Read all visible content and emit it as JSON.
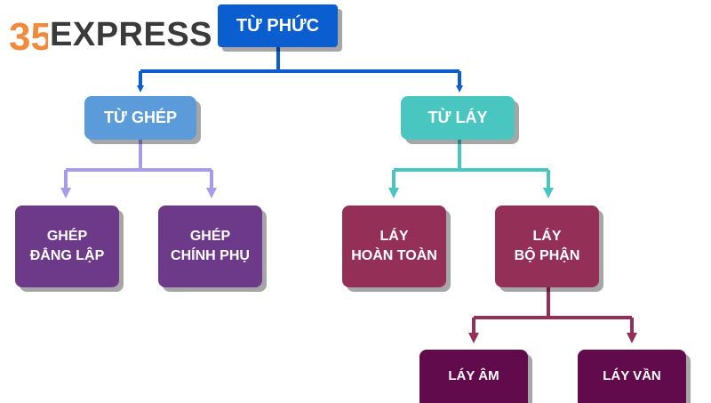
{
  "logo": {
    "mark": "35",
    "text": "EXPRESS",
    "mark_color": "#f08a3c",
    "text_color": "#3a3a3a"
  },
  "tree": {
    "root": {
      "label": "TỪ PHỨC",
      "color": "#0b5ecf"
    },
    "left": {
      "label": "TỪ GHÉP",
      "color": "#5b9bd9",
      "connector_color": "#a89bea",
      "children": [
        {
          "line1": "GHÉP",
          "line2": "ĐẲNG LẬP",
          "color": "#6d3a8a"
        },
        {
          "line1": "GHÉP",
          "line2": "CHÍNH PHỤ",
          "color": "#6d3a8a"
        }
      ]
    },
    "right": {
      "label": "TỪ LÁY",
      "color": "#48c6bf",
      "connector_color": "#48c6bf",
      "children": [
        {
          "line1": "LÁY",
          "line2": "HOÀN TOÀN",
          "color": "#943057"
        },
        {
          "line1": "LÁY",
          "line2": "BỘ PHẬN",
          "color": "#943057",
          "connector_color": "#943057",
          "children": [
            {
              "label": "LÁY ÂM",
              "color": "#610b4d"
            },
            {
              "label": "LÁY VẦN",
              "color": "#610b4d"
            }
          ]
        }
      ]
    },
    "root_connector_color": "#0b5ecf"
  }
}
